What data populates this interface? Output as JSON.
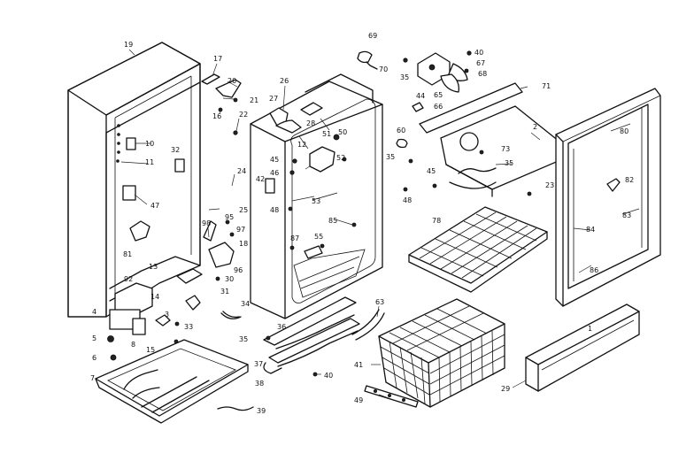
{
  "diagram": {
    "labels": {
      "l19": "19",
      "l17": "17",
      "l20": "20",
      "l21": "21",
      "l16": "16",
      "l22": "22",
      "l10": "10",
      "l11": "11",
      "l32": "32",
      "l47": "47",
      "l81": "81",
      "l13": "13",
      "l92": "92",
      "l14": "14",
      "l4": "4",
      "l5": "5",
      "l6": "6",
      "l7": "7",
      "l8": "8",
      "l15": "15",
      "l3": "3",
      "l33": "33",
      "l31": "31",
      "l30": "30",
      "l96": "96",
      "l18": "18",
      "l97": "97",
      "l95": "95",
      "l98": "98",
      "l25": "25",
      "l24": "24",
      "l26": "26",
      "l28": "28",
      "l27": "27",
      "l12": "12",
      "l51": "51",
      "l50": "50",
      "l45": "45",
      "l52": "52",
      "l42": "42",
      "l46": "46",
      "l48": "48",
      "l53": "53",
      "l85": "85",
      "l87": "87",
      "l55": "55",
      "l34": "34",
      "l35a": "35",
      "l36": "36",
      "l37": "37",
      "l38": "38",
      "l40a": "40",
      "l39": "39",
      "l49": "49",
      "l69": "69",
      "l70": "70",
      "l35b": "35",
      "l40b": "40",
      "l67": "67",
      "l68": "68",
      "l65": "65",
      "l44": "44",
      "l66": "66",
      "l71": "71",
      "l60": "60",
      "l2": "2",
      "l73": "73",
      "l35c": "35",
      "l35d": "35",
      "l45b": "45",
      "l23": "23",
      "l48b": "48",
      "l78": "78",
      "l80": "80",
      "l82": "82",
      "l83": "83",
      "l84": "84",
      "l86": "86",
      "l63": "63",
      "l41": "41",
      "l1": "1",
      "l29": "29"
    }
  }
}
